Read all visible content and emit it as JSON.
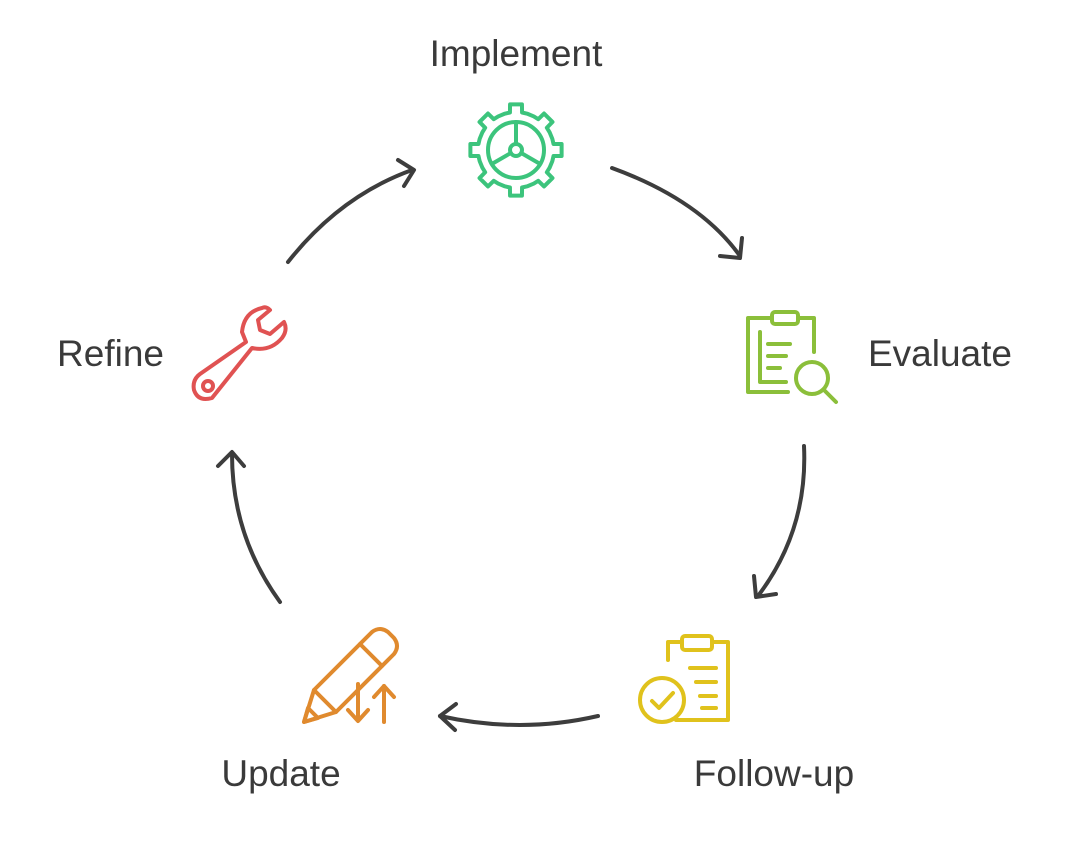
{
  "diagram": {
    "type": "cycle",
    "steps": [
      {
        "label": "Implement",
        "icon": "gear-icon",
        "color": "#3cc47c"
      },
      {
        "label": "Evaluate",
        "icon": "clipboard-search-icon",
        "color": "#8bbf3a"
      },
      {
        "label": "Follow-up",
        "icon": "clipboard-check-icon",
        "color": "#e0c21c"
      },
      {
        "label": "Update",
        "icon": "pencil-arrows-icon",
        "color": "#e08a2e"
      },
      {
        "label": "Refine",
        "icon": "wrench-icon",
        "color": "#e05252"
      }
    ],
    "arrow_color": "#3d3d3d",
    "text_color": "#3a3a3a"
  }
}
